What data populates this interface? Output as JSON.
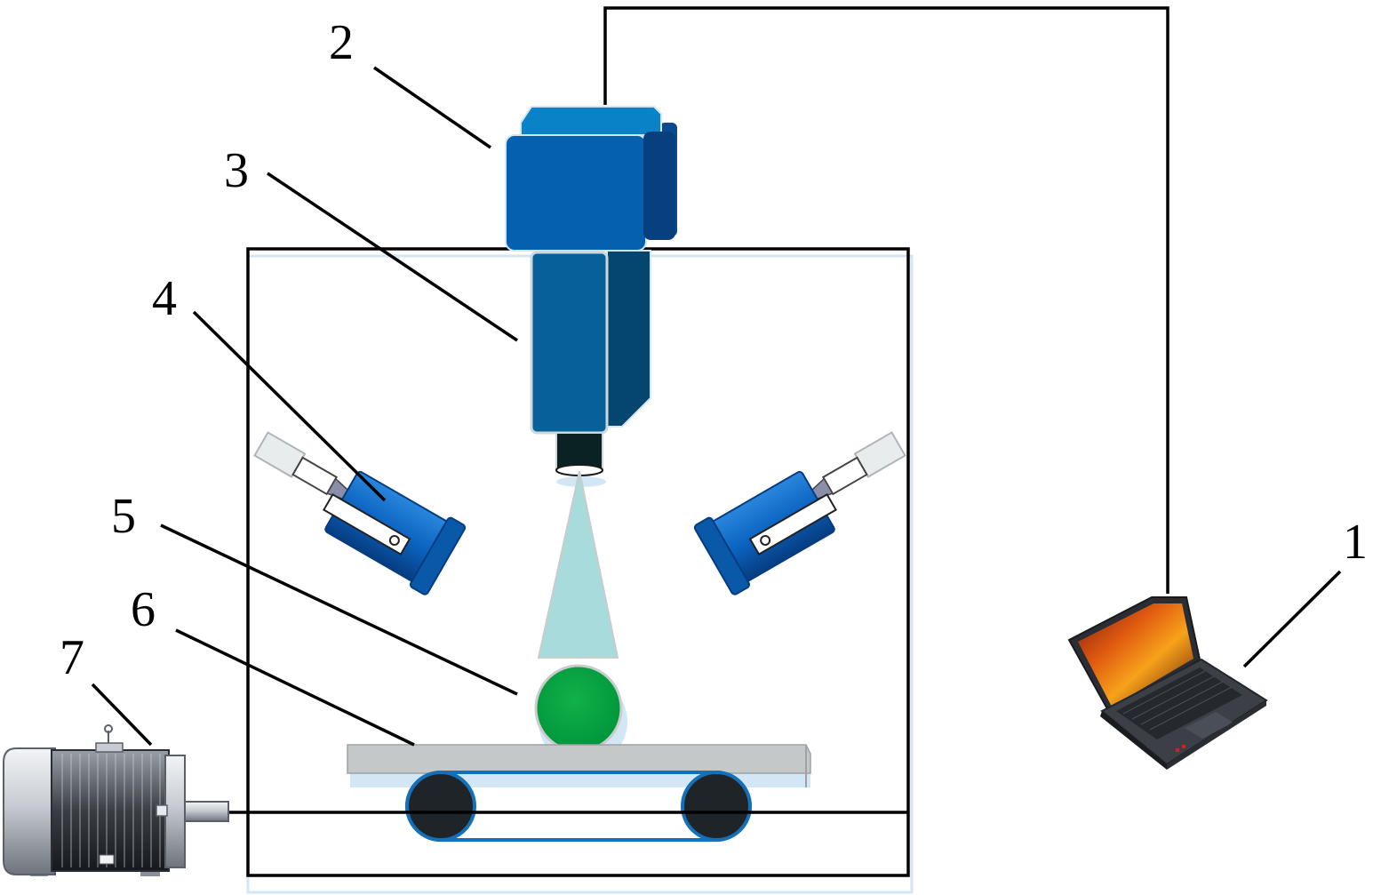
{
  "labels": {
    "laptop": "1",
    "camera": "2",
    "lens": "3",
    "light_source": "4",
    "sample": "5",
    "conveyor": "6",
    "motor": "7"
  },
  "colors": {
    "camera_blue": "#0560b0",
    "camera_top": "#0a82c8",
    "lens_blue": "#06609a",
    "lens_dark": "#04466e",
    "light_blue": "#0b64c0",
    "beam": "#a8dcdc",
    "sample_green": "#00a03c",
    "roller": "#1e2428",
    "belt": "#1670b8",
    "platform": "#c4c8c8",
    "shadow": "#d2e6f6"
  },
  "icons": {
    "laptop": "laptop-icon",
    "motor": "electric-motor-icon",
    "camera": "camera-icon",
    "light": "light-source-icon"
  }
}
